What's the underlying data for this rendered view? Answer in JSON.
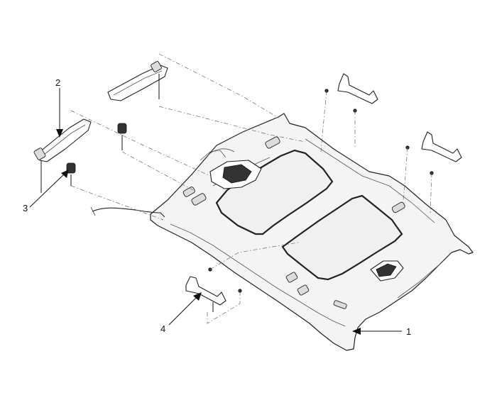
{
  "callouts": [
    {
      "id": "1",
      "label": "1"
    },
    {
      "id": "2",
      "label": "2"
    },
    {
      "id": "3",
      "label": "3"
    },
    {
      "id": "4",
      "label": "4"
    }
  ],
  "colors": {
    "line": "#222222",
    "panel": "#f4f4f4",
    "background": "#ffffff"
  }
}
